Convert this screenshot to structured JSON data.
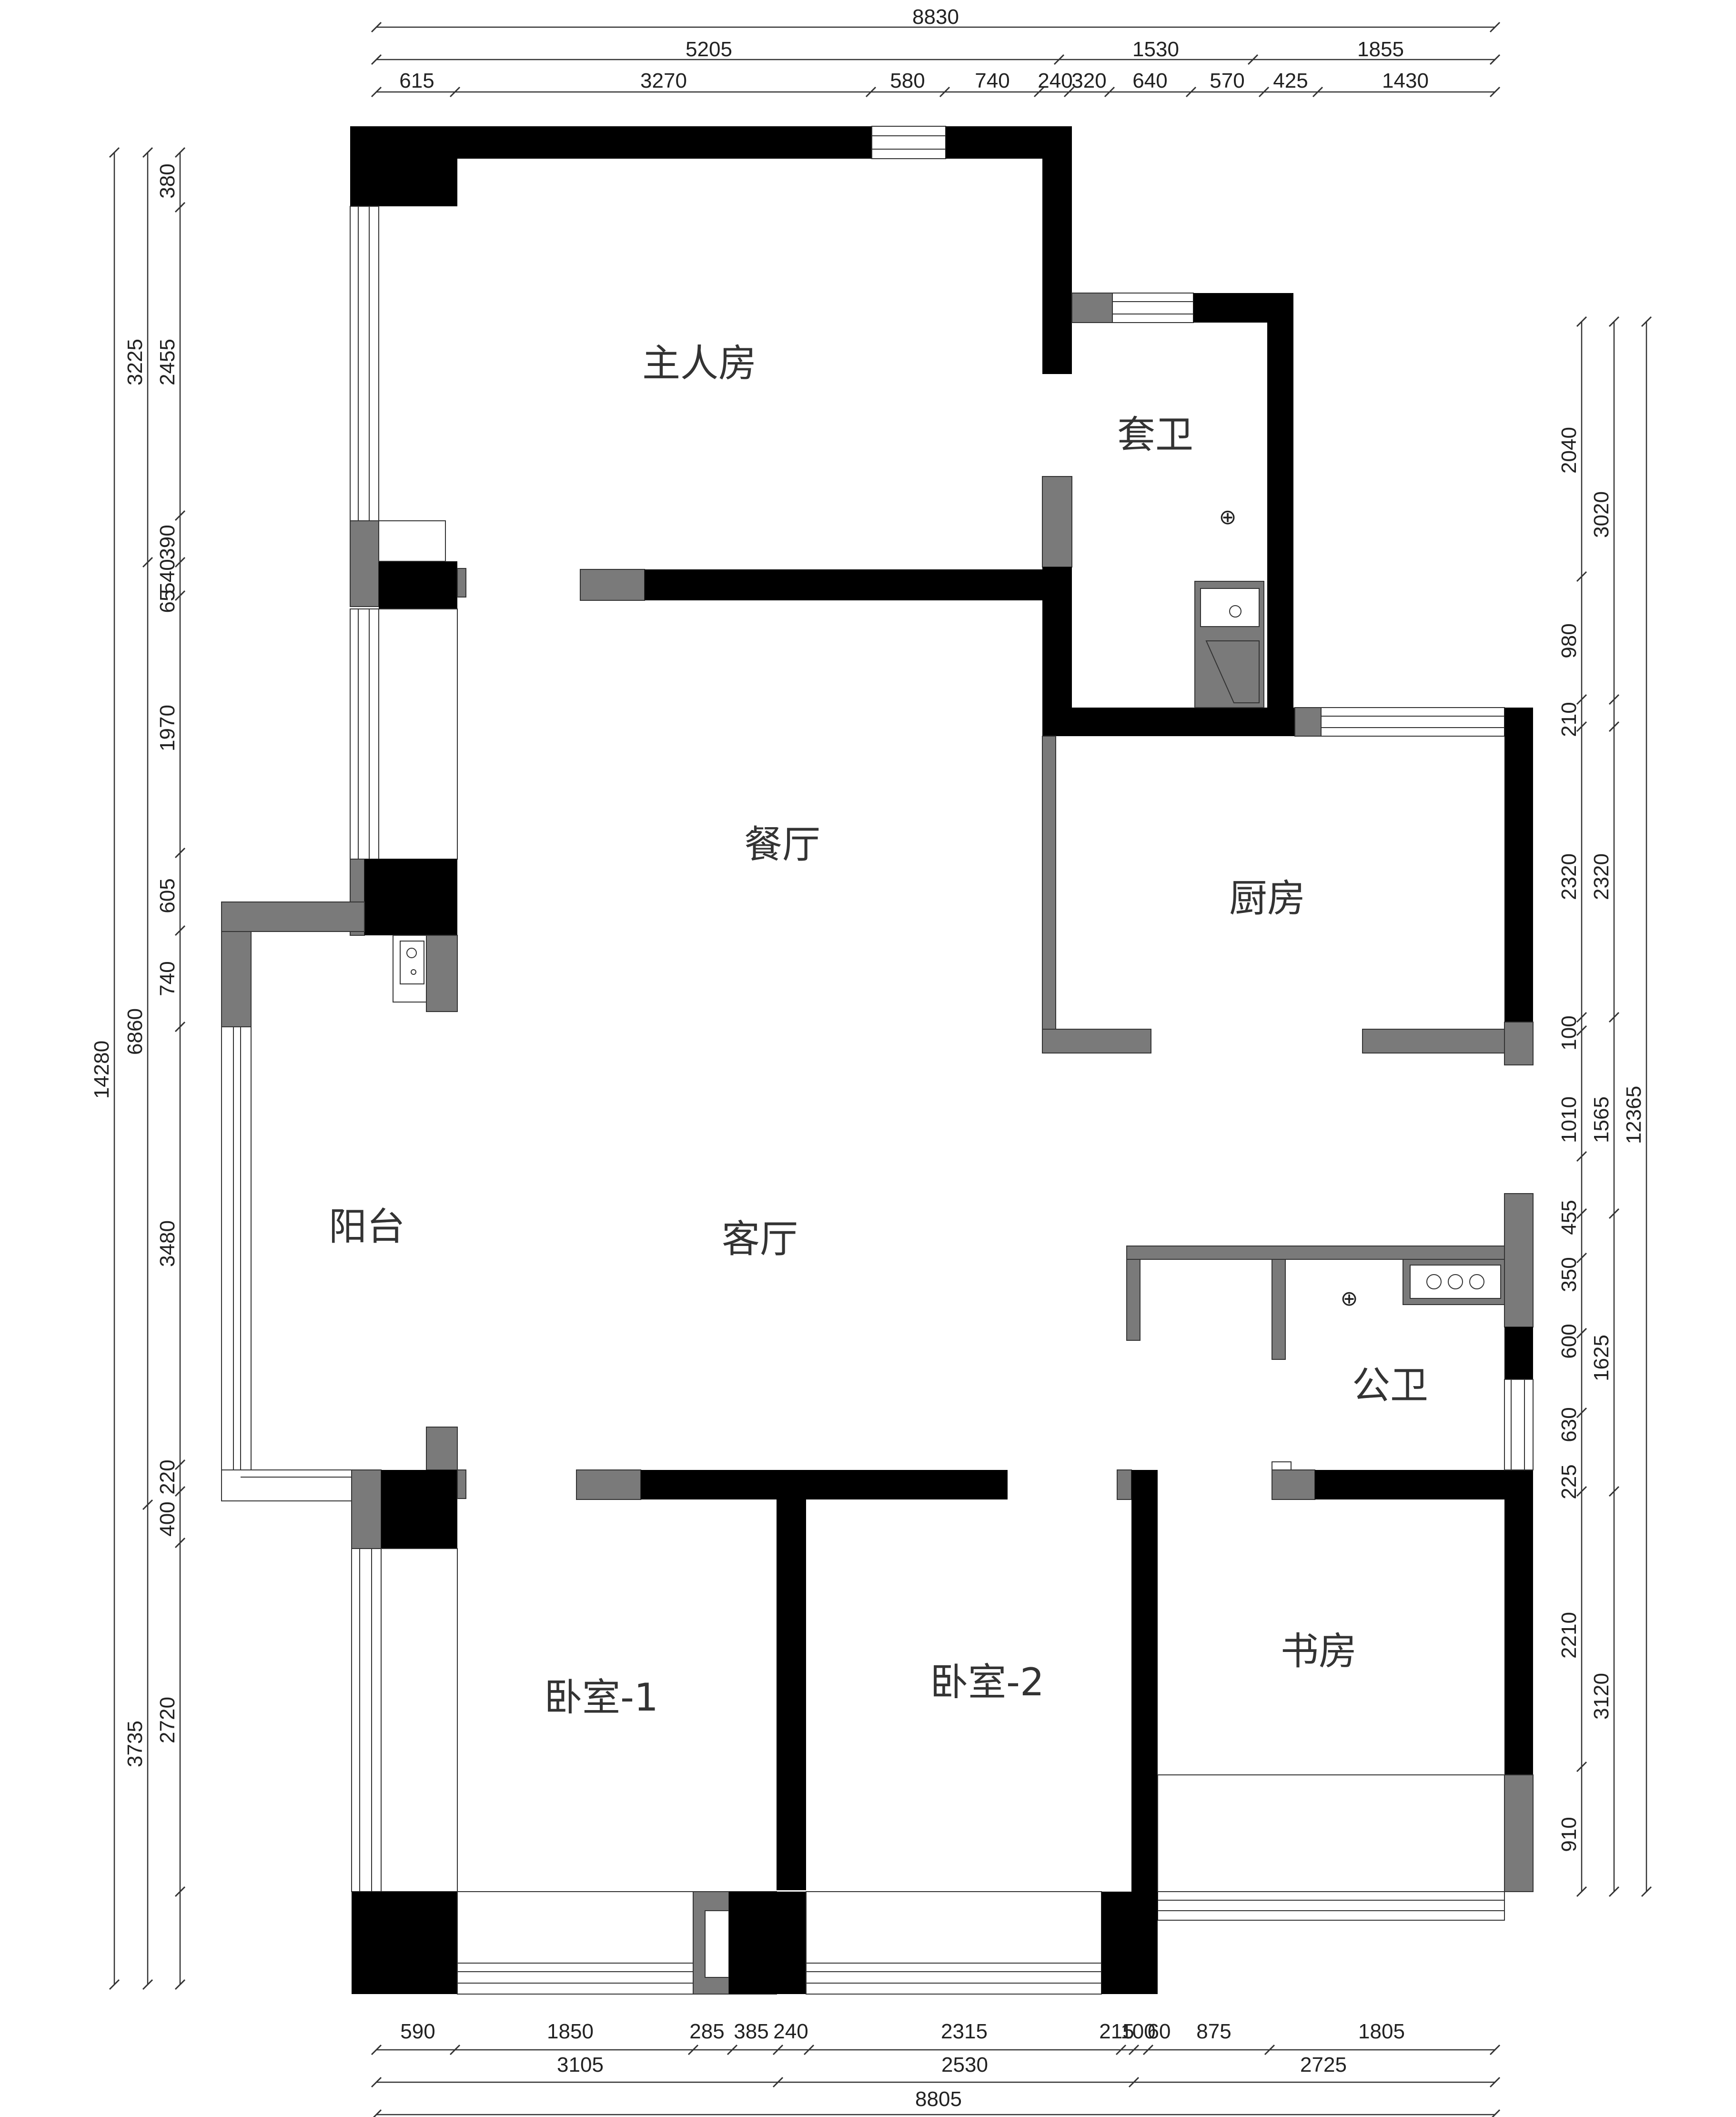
{
  "rooms": {
    "master_bedroom": "主人房",
    "ensuite_bath": "套卫",
    "dining_room": "餐厅",
    "kitchen": "厨房",
    "balcony": "阳台",
    "living_room": "客厅",
    "public_bath": "公卫",
    "study": "书房",
    "bedroom_1": "卧室-1",
    "bedroom_2": "卧室-2"
  },
  "dimensions": {
    "top_total": "8830",
    "top_mid": [
      "5205",
      "1530",
      "1855"
    ],
    "top_detail": [
      "615",
      "3270",
      "580",
      "740",
      "240",
      "320",
      "640",
      "570",
      "425",
      "1430"
    ],
    "bottom_detail": [
      "590",
      "1850",
      "285",
      "385",
      "240",
      "2315",
      "215",
      "100",
      "60",
      "875",
      "1805"
    ],
    "bottom_mid": [
      "3105",
      "2530",
      "2725"
    ],
    "bottom_total": "8805",
    "left_outer": [
      "14280"
    ],
    "left_mid": [
      "3225",
      "6860",
      "3735"
    ],
    "left_inner": [
      "380",
      "2455",
      "390",
      "540",
      "65",
      "1970",
      "605",
      "740",
      "3480",
      "220",
      "400",
      "2720"
    ],
    "right_inner": [
      "2040",
      "980",
      "210",
      "2320",
      "100",
      "1010",
      "455",
      "350",
      "600",
      "630",
      "225",
      "2210",
      "910"
    ],
    "right_mid": [
      "3020",
      "2320",
      "1565",
      "1625",
      "3120"
    ],
    "right_outer": [
      "12365"
    ]
  },
  "fixtures": {
    "floor_drain_icon": "⊕"
  }
}
